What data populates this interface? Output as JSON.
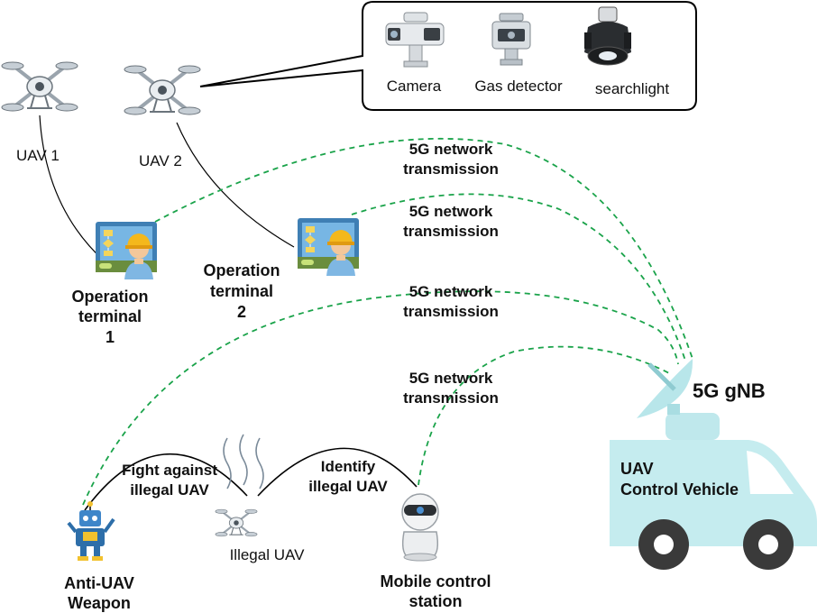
{
  "equipment_box": {
    "items": [
      {
        "label": "Camera",
        "icon": "ptz-camera-icon"
      },
      {
        "label": "Gas detector",
        "icon": "gas-detector-icon"
      },
      {
        "label": "searchlight",
        "icon": "searchlight-icon"
      }
    ]
  },
  "uavs": [
    {
      "label": "UAV 1",
      "icon": "drone-icon"
    },
    {
      "label": "UAV 2",
      "icon": "drone-icon"
    }
  ],
  "terminals": [
    {
      "label_lines": [
        "Operation",
        "terminal",
        "1"
      ],
      "icon": "operator-monitor-icon"
    },
    {
      "label_lines": [
        "Operation",
        "terminal",
        "2"
      ],
      "icon": "operator-monitor-icon"
    }
  ],
  "links": [
    {
      "label_lines": [
        "5G network",
        "transmission"
      ]
    },
    {
      "label_lines": [
        "5G network",
        "transmission"
      ]
    },
    {
      "label_lines": [
        "5G network",
        "transmission"
      ]
    },
    {
      "label_lines": [
        "5G network",
        "transmission"
      ]
    }
  ],
  "gnb": {
    "label": "5G gNB",
    "icon": "satellite-dish-icon"
  },
  "vehicle": {
    "label_lines": [
      "UAV",
      "Control Vehicle"
    ],
    "icon": "van-icon"
  },
  "anti_uav": {
    "label_lines": [
      "Anti-UAV",
      "Weapon"
    ],
    "icon": "robot-icon"
  },
  "illegal_uav": {
    "label": "Illegal UAV",
    "icon": "drone-icon"
  },
  "mobile_station": {
    "label_lines": [
      "Mobile control",
      "station"
    ],
    "icon": "security-camera-robot-icon"
  },
  "actions": [
    {
      "label_lines": [
        "Fight against",
        "illegal UAV"
      ]
    },
    {
      "label_lines": [
        "Identify",
        "illegal UAV"
      ]
    }
  ],
  "colors": {
    "link_green": "#1aa34a",
    "vehicle_fill": "#c5ecef",
    "dish_fill": "#b8e6ea",
    "monitor_blue": "#3f7fb4",
    "helmet_yellow": "#f4b81c"
  }
}
